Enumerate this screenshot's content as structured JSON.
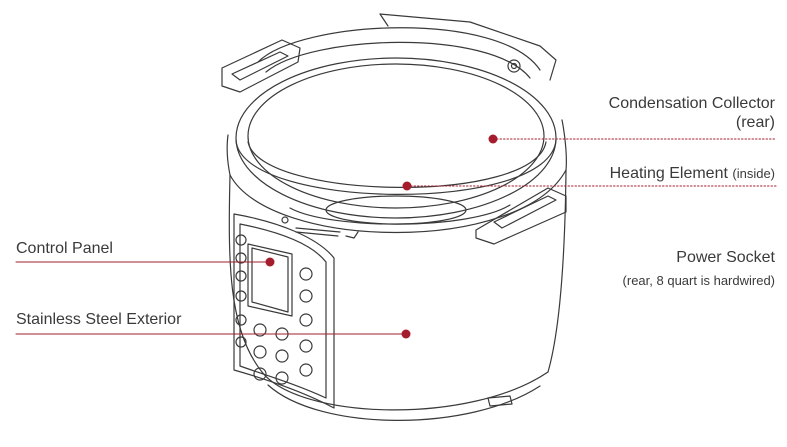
{
  "labels": {
    "condensation": {
      "line1": "Condensation Collector",
      "line2": "(rear)"
    },
    "heating": {
      "main": "Heating Element",
      "note": "(inside)"
    },
    "power": {
      "line1": "Power Socket",
      "line2": "(rear, 8 quart is hardwired)"
    },
    "control": {
      "text": "Control Panel"
    },
    "exterior": {
      "text": "Stainless Steel Exterior"
    }
  },
  "colors": {
    "accent": "#a51d2d",
    "outline": "#3a3a3a",
    "text": "#3a3a3a"
  }
}
